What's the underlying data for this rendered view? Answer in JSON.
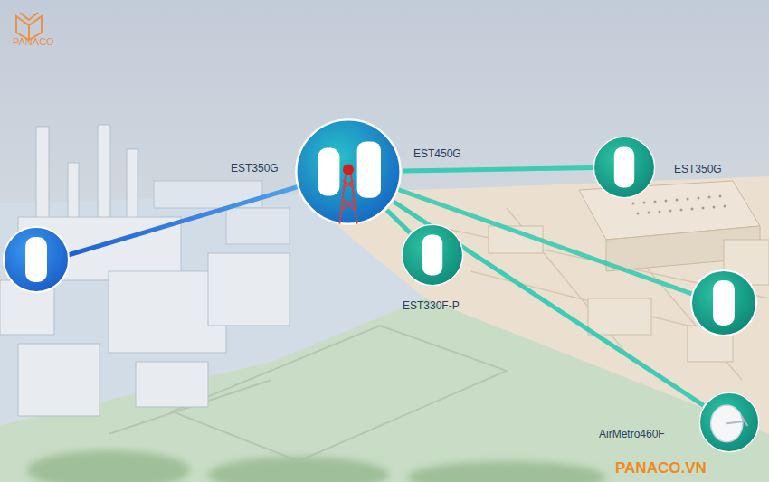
{
  "diagram": {
    "nodes": [
      {
        "text": [
          "EST350G",
          "EST450G"
        ]
      },
      {
        "text": [
          "EST350G"
        ]
      },
      {
        "text": [
          "EST330F-P"
        ]
      },
      {
        "text": [
          "AirMetro460F"
        ]
      }
    ],
    "edges": [
      {
        "from": 0,
        "to": 1,
        "arrow": "none"
      },
      {
        "from": 0,
        "to": 2,
        "arrow": "none"
      },
      {
        "from": 0,
        "to": 3,
        "arrow": "none"
      }
    ],
    "labels": [
      "PANACO",
      "PANACO.VN"
    ]
  }
}
